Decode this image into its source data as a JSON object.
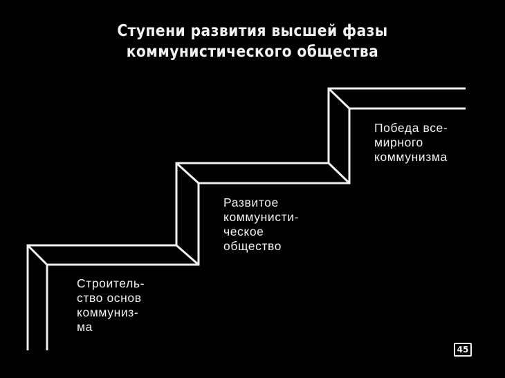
{
  "title": {
    "line1": "Ступени развития высшей фазы",
    "line2": "коммунистического общества"
  },
  "steps": [
    {
      "lines": [
        "Строитель-",
        "ство основ",
        "коммуниз-",
        "ма"
      ]
    },
    {
      "lines": [
        "Развитое",
        "коммунисти-",
        "ческое",
        "общество"
      ]
    },
    {
      "lines": [
        "Победа все-",
        "мирного",
        "коммунизма"
      ]
    }
  ],
  "frame_number": "45",
  "colors": {
    "background": "#000000",
    "foreground": "#f2f2f2"
  }
}
